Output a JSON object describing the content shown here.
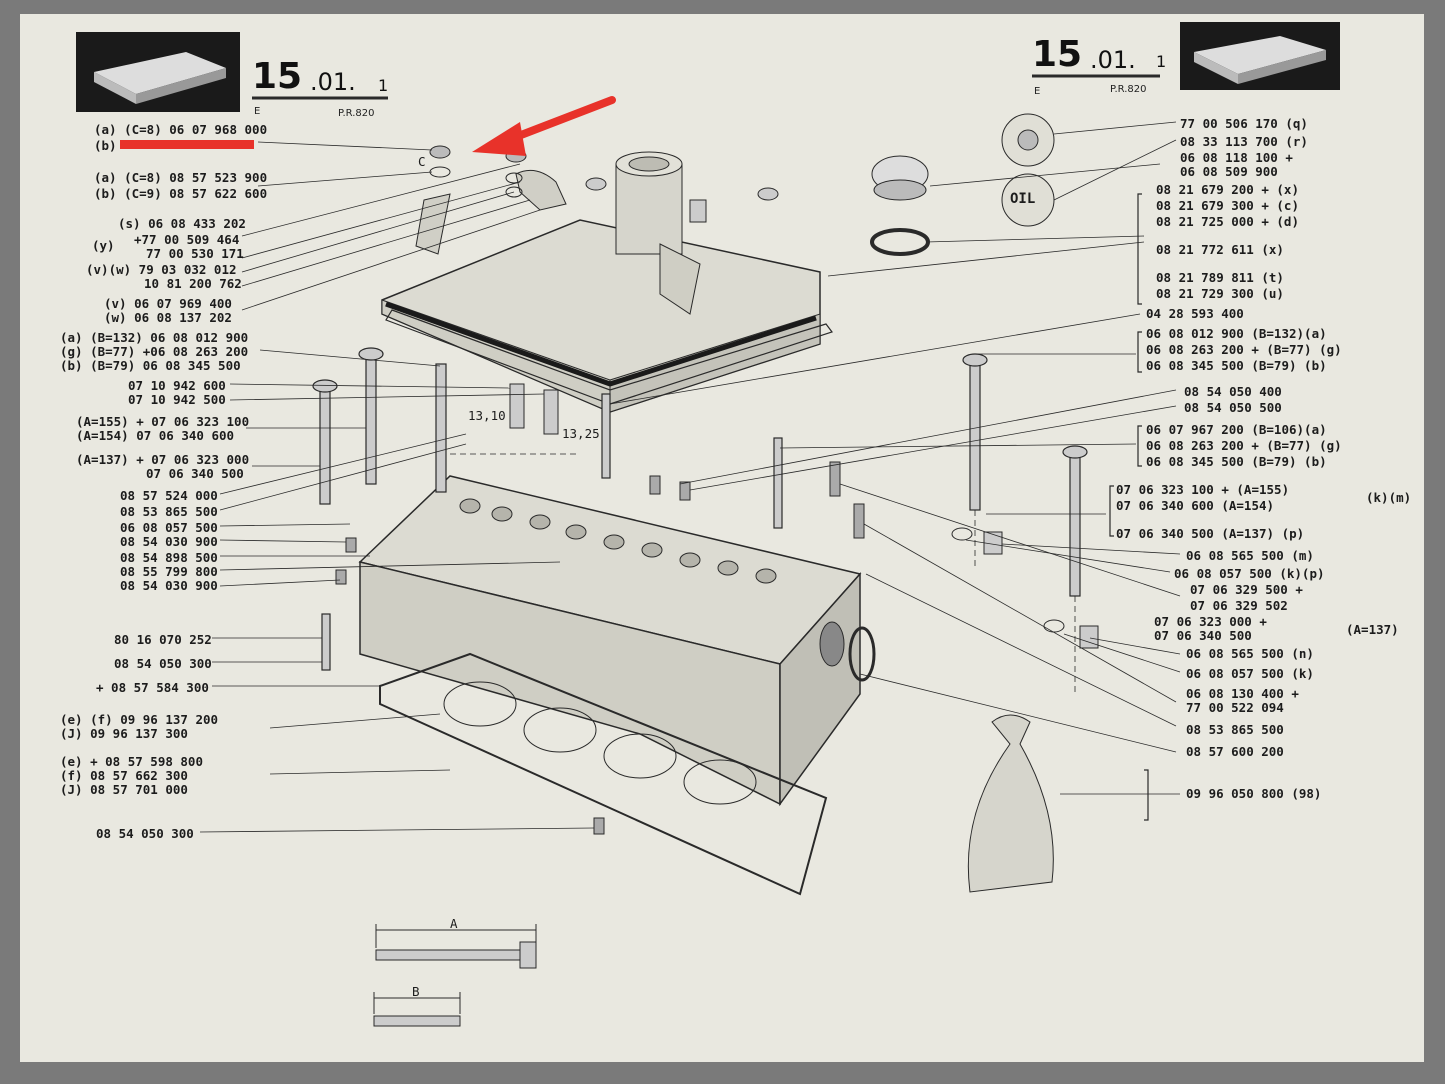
{
  "header_left": {
    "page_major": "15",
    "page_minor": ".01.",
    "page_sub": "1",
    "code_e": "E",
    "ref": "P.R.820"
  },
  "header_right": {
    "page_major": "15",
    "page_minor": ".01.",
    "page_sub": "1",
    "code_e": "E",
    "ref": "P.R.820"
  },
  "left_labels": [
    "(a) (C=8) 06 07 968 000",
    "(b)",
    "(a) (C=8) 08 57 523 900",
    "(b) (C=9) 08 57 622 600",
    "(s) 06 08 433 202",
    "+77 00 509 464",
    "(y)",
    "77 00 530 171",
    "(v)(w) 79 03 032 012",
    "10 81 200 762",
    "(v) 06 07 969 400",
    "(w) 06 08 137 202",
    "(a) (B=132) 06 08 012 900",
    "(g) (B=77) +06 08 263 200",
    "(b) (B=79) 06 08 345 500",
    "07 10 942 600",
    "07 10 942 500",
    "(A=155) + 07 06 323 100",
    "(A=154) 07 06 340 600",
    "(A=137) + 07 06 323 000",
    "07 06 340 500",
    "08 57 524 000",
    "08 53 865 500",
    "06 08 057 500",
    "08 54 030 900",
    "08 54 898 500",
    "08 55 799 800",
    "08 54 030 900",
    "80 16 070 252",
    "08 54 050 300",
    "+ 08 57 584 300",
    "(e) (f) 09 96 137 200",
    "(J) 09 96 137 300",
    "(e) + 08 57 598 800",
    "(f) 08 57 662 300",
    "(J) 08 57 701 000",
    "08 54 050 300"
  ],
  "right_labels": [
    "77 00 506 170 (q)",
    "08 33 113 700 (r)",
    "06 08 118 100 +",
    "06 08 509 900",
    "08 21 679 200 + (x)",
    "08 21 679 300 + (c)",
    "08 21 725 000 + (d)",
    "08 21 772 611 (x)",
    "08 21 789 811 (t)",
    "08 21 729 300 (u)",
    "04 28 593 400",
    "06 08 012 900 (B=132)(a)",
    "06 08 263 200 + (B=77) (g)",
    "06 08 345 500 (B=79) (b)",
    "08 54 050 400",
    "08 54 050 500",
    "06 07 967 200 (B=106)(a)",
    "06 08 263 200 + (B=77) (g)",
    "06 08 345 500 (B=79) (b)",
    "07 06 323 100 + (A=155)",
    "07 06 340 600 (A=154)",
    "(k)(m)",
    "07 06 340 500 (A=137) (p)",
    "06 08 565 500 (m)",
    "06 08 057 500 (k)(p)",
    "07 06 329 500 +",
    "07 06 329 502",
    "07 06 323 000 +",
    "07 06 340 500",
    "(A=137)",
    "06 08 565 500 (n)",
    "06 08 057 500 (k)",
    "06 08 130 400 +",
    "77 00 522 094",
    "08 53 865 500",
    "08 57 600 200",
    "09 96 050 800 (98)"
  ],
  "dims": {
    "d1": "13,10",
    "d2": "13,25",
    "dim_a": "A",
    "dim_b": "B",
    "c_mark": "C"
  },
  "cap_text": {
    "oil": "OIL"
  },
  "colors": {
    "annotation_red": "#e8322a",
    "paper": "#e9e8e0",
    "ink": "#1c1c1c",
    "frame": "#7a7a7a"
  }
}
